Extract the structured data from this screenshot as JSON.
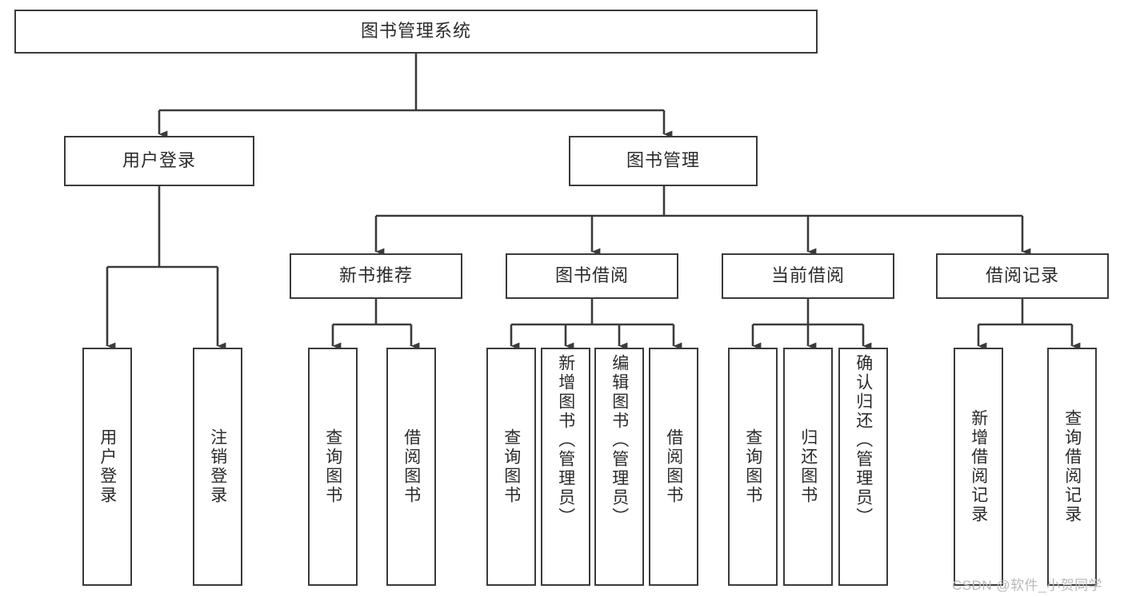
{
  "diagram": {
    "type": "tree",
    "title": "图书管理系统",
    "orientation": "top-down",
    "colors": {
      "box_border": "#3b3b3b",
      "box_fill": "#ffffff",
      "edge": "#3b3b3b",
      "text": "#2b2b2b",
      "watermark": "#b9b9b9"
    }
  },
  "nodes": {
    "root": {
      "label": "图书管理系统"
    },
    "level2": [
      {
        "id": "user-login",
        "label": "用户登录"
      },
      {
        "id": "book-manage",
        "label": "图书管理"
      }
    ],
    "level3": [
      {
        "id": "new-book-recommend",
        "label": "新书推荐"
      },
      {
        "id": "book-borrow",
        "label": "图书借阅"
      },
      {
        "id": "current-borrow",
        "label": "当前借阅"
      },
      {
        "id": "borrow-record",
        "label": "借阅记录"
      }
    ],
    "leaves": {
      "user_login": [
        {
          "id": "leaf-user-login",
          "label": "用户登录"
        },
        {
          "id": "leaf-logout-login",
          "label": "注销登录"
        }
      ],
      "new_book_recommend": [
        {
          "id": "leaf-query-book-1",
          "label": "查询图书"
        },
        {
          "id": "leaf-borrow-book-1",
          "label": "借阅图书"
        }
      ],
      "book_borrow": [
        {
          "id": "leaf-query-book-2",
          "label": "查询图书"
        },
        {
          "id": "leaf-add-book",
          "label": "新增图书（管理员）"
        },
        {
          "id": "leaf-edit-book",
          "label": "编辑图书（管理员）"
        },
        {
          "id": "leaf-borrow-book-2",
          "label": "借阅图书"
        }
      ],
      "current_borrow": [
        {
          "id": "leaf-query-book-3",
          "label": "查询图书"
        },
        {
          "id": "leaf-return-book",
          "label": "归还图书"
        },
        {
          "id": "leaf-confirm-return",
          "label": "确认归还（管理员）"
        }
      ],
      "borrow_record": [
        {
          "id": "leaf-add-record",
          "label": "新增借阅记录"
        },
        {
          "id": "leaf-query-record",
          "label": "查询借阅记录"
        }
      ]
    }
  },
  "watermark": {
    "text": "CSDN @软件_小贺同学"
  }
}
